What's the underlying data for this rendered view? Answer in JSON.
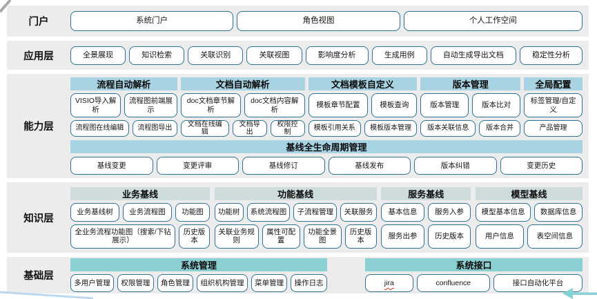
{
  "colors": {
    "band_bg": "#ececec",
    "header_blue": "#a7d3e3",
    "header_pale": "#cfdcdc",
    "header_teal": "#8acfd2",
    "button_border": "#2b7391",
    "arrow_teal": "#85d2d6",
    "corner_gray": "#a8a8a8",
    "corner_blue": "#bdd7ee",
    "underline_red": "#cc2a1e"
  },
  "layers": {
    "portal": {
      "label": "门户",
      "buttons": [
        "系统门户",
        "角色视图",
        "个人工作空间"
      ]
    },
    "application": {
      "label": "应用层",
      "buttons": [
        "全景展现",
        "知识检索",
        "关联识别",
        "关联视图",
        "影响度分析",
        "生成用例",
        "自动生成导出文档",
        "稳定性分析"
      ]
    },
    "capability": {
      "label": "能力层",
      "groups": [
        {
          "header": "流程自动解析",
          "rows": [
            [
              "VISIO导入解析",
              "流程图前端展示"
            ],
            [
              "流程图在线编辑",
              "流程图导出"
            ]
          ]
        },
        {
          "header": "文档自动解析",
          "rows": [
            [
              "doc文档章节解析",
              "doc文档内容解析"
            ],
            [
              "文档在线编辑",
              "文档导出",
              "权限控制"
            ]
          ]
        },
        {
          "header": "文档模板自定义",
          "rows": [
            [
              "模板章节配置",
              "模板查询"
            ],
            [
              "模板引用关系",
              "模板版本管理"
            ]
          ]
        },
        {
          "header": "版本管理",
          "rows": [
            [
              "版本管理",
              "版本比对"
            ],
            [
              "版本关联信息",
              "版本合并"
            ]
          ]
        },
        {
          "header": "全局配置",
          "rows": [
            [
              "标签管理/自定义"
            ],
            [
              "产品管理"
            ]
          ]
        }
      ],
      "baseline": {
        "header": "基线全生命周期管理",
        "buttons": [
          "基线变更",
          "变更评审",
          "基线修订",
          "基线发布",
          "版本纠错",
          "变更历史"
        ]
      }
    },
    "knowledge": {
      "label": "知识层",
      "groups": [
        {
          "header": "业务基线",
          "rows": [
            [
              "业务基线树",
              "业务流程图",
              "功能图"
            ],
            [
              "全业务流程功能图（搜索/下钻展示）",
              "历史版本"
            ]
          ]
        },
        {
          "header": "功能基线",
          "rows": [
            [
              "功能树",
              "系统流程图",
              "子流程管理",
              "关联服务"
            ],
            [
              "关联业务规则",
              "属性可配置",
              "功能全景图",
              "历史版本"
            ]
          ]
        },
        {
          "header": "服务基线",
          "rows": [
            [
              "基本信息",
              "服务入参"
            ],
            [
              "服务出参",
              "历史版本"
            ]
          ]
        },
        {
          "header": "模型基线",
          "rows": [
            [
              "模型基本信息",
              "数据库信息"
            ],
            [
              "用户信息",
              "表空间信息"
            ]
          ]
        }
      ]
    },
    "foundation": {
      "label": "基础层",
      "groups": [
        {
          "header": "系统管理",
          "rows": [
            [
              "多用户管理",
              "权限管理",
              "角色管理",
              "组织机构管理",
              "菜单管理",
              "操作日志"
            ]
          ]
        },
        {
          "header": "系统接口",
          "rows": [
            [
              "jira",
              "confluence",
              "接口自动化平台"
            ]
          ],
          "underlined": "jira"
        }
      ]
    }
  }
}
